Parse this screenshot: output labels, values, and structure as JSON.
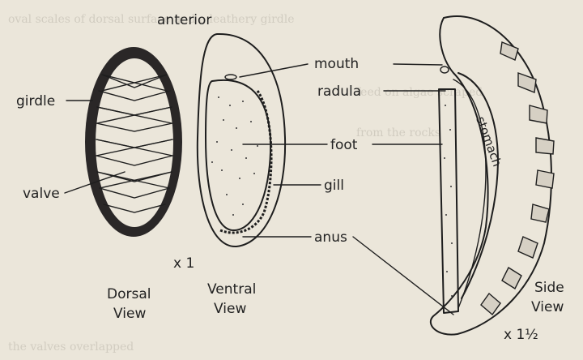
{
  "labels": {
    "anterior": "anterior",
    "girdle": "girdle",
    "valve": "valve",
    "mouth": "mouth",
    "radula": "radula",
    "foot": "foot",
    "gill": "gill",
    "anus": "anus",
    "stomach": "stomach",
    "scale_left": "x 1",
    "scale_right": "x 1½",
    "dorsal_view_1": "Dorsal",
    "dorsal_view_2": "View",
    "ventral_view_1": "Ventral",
    "ventral_view_2": "View",
    "side_view_1": "Side",
    "side_view_2": "View"
  },
  "colors": {
    "paper": "#ebe6da",
    "ink": "#1e1e1e",
    "girdle": "#2a2727"
  }
}
